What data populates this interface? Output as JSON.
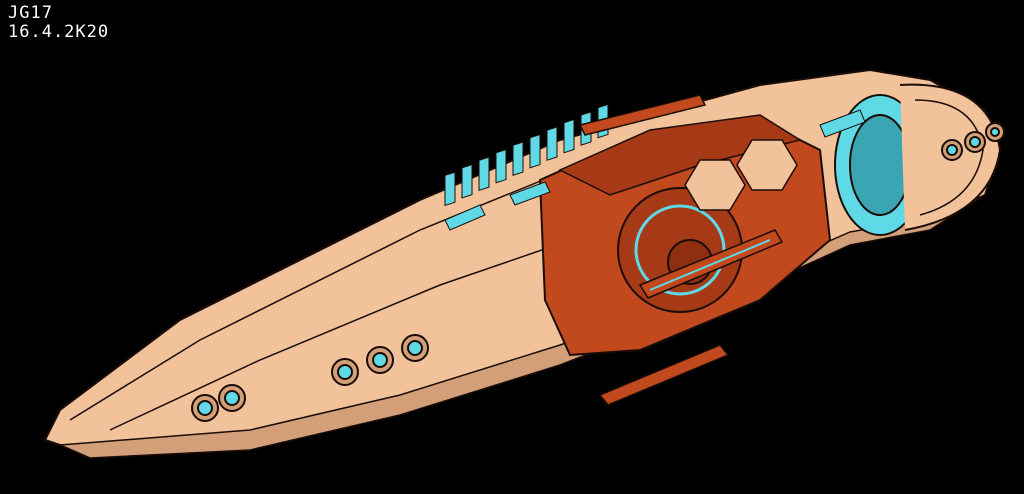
{
  "signature": {
    "initials": "JG17",
    "date": "16.4.2K20"
  },
  "colors": {
    "background": "#000000",
    "hull_light": "#f2c29a",
    "hull_shadow": "#d39f79",
    "armor_red": "#c2481e",
    "armor_red_dark": "#8e2f10",
    "glow_cyan": "#5fd9e6",
    "outline": "#1a0d08"
  },
  "subject": "starship-illustration"
}
